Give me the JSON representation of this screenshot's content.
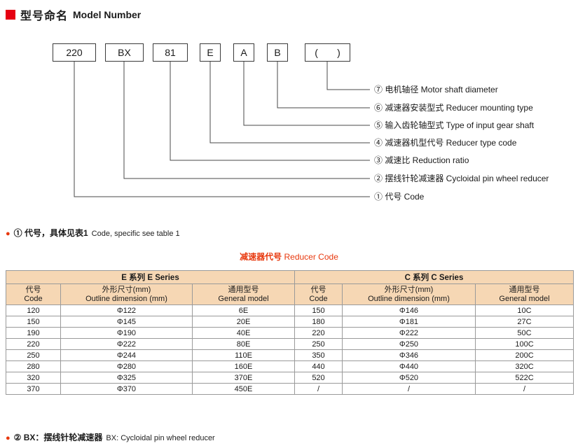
{
  "accent": {
    "red": "#e60012",
    "orange_red": "#e8380d",
    "table_header_bg": "#f6d7b4"
  },
  "header": {
    "title_zh": "型号命名",
    "title_en": "Model Number"
  },
  "model": {
    "boxes": [
      "220",
      "BX",
      "81",
      "E",
      "A",
      "B",
      "(       )"
    ],
    "callouts": [
      "⑦ 电机轴径 Motor shaft diameter",
      "⑥ 减速器安装型式 Reducer mounting type",
      "⑤ 输入齿轮轴型式 Type of input gear shaft",
      "④ 减速器机型代号 Reducer type code",
      "③ 减速比 Reduction ratio",
      "② 摆线针轮减速器 Cycloidal pin wheel reducer",
      "① 代号 Code"
    ]
  },
  "note1": {
    "bullet": "●",
    "zh": "① 代号，具体见表1",
    "en": "Code, specific see table 1"
  },
  "table_title": {
    "zh": "减速器代号",
    "en": "Reducer Code"
  },
  "table": {
    "group_headers": [
      "E 系列 E Series",
      "C 系列 C Series"
    ],
    "columns": [
      {
        "zh": "代号",
        "en": "Code"
      },
      {
        "zh": "外形尺寸(mm)",
        "en": "Outline dimension (mm)"
      },
      {
        "zh": "通用型号",
        "en": "General model"
      },
      {
        "zh": "代号",
        "en": "Code"
      },
      {
        "zh": "外形尺寸(mm)",
        "en": "Outline dimension (mm)"
      },
      {
        "zh": "通用型号",
        "en": "General model"
      }
    ],
    "rows": [
      [
        "120",
        "Φ122",
        "6E",
        "150",
        "Φ146",
        "10C"
      ],
      [
        "150",
        "Φ145",
        "20E",
        "180",
        "Φ181",
        "27C"
      ],
      [
        "190",
        "Φ190",
        "40E",
        "220",
        "Φ222",
        "50C"
      ],
      [
        "220",
        "Φ222",
        "80E",
        "250",
        "Φ250",
        "100C"
      ],
      [
        "250",
        "Φ244",
        "110E",
        "350",
        "Φ346",
        "200C"
      ],
      [
        "280",
        "Φ280",
        "160E",
        "440",
        "Φ440",
        "320C"
      ],
      [
        "320",
        "Φ325",
        "370E",
        "520",
        "Φ520",
        "522C"
      ],
      [
        "370",
        "Φ370",
        "450E",
        "/",
        "/",
        "/"
      ]
    ]
  },
  "note2": {
    "bullet": "●",
    "zh": "② BX：摆线针轮减速器",
    "en": "BX: Cycloidal pin wheel reducer"
  }
}
